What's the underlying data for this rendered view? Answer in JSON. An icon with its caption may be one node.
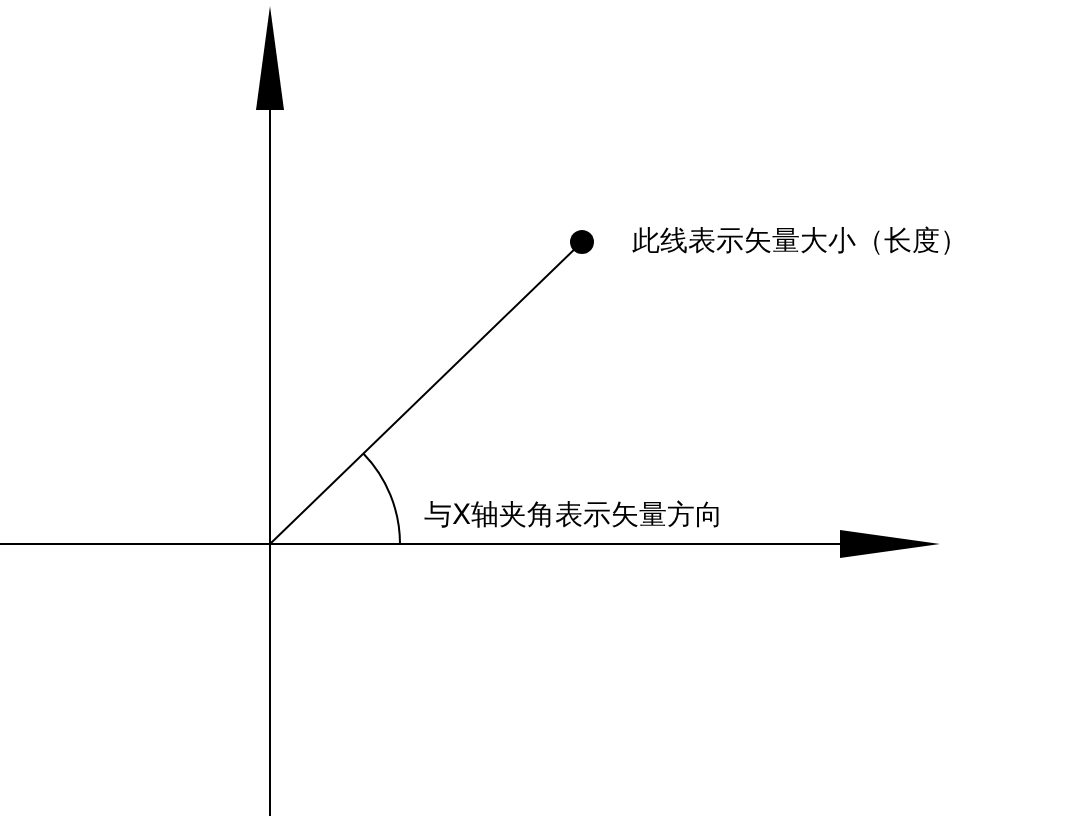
{
  "diagram": {
    "nodes": [
      {
        "text": [],
        "shape": "circle",
        "beside": [
          "此线表示矢量大小（长度）"
        ]
      }
    ],
    "labels": [
      "与X轴夹角表示矢量方向"
    ]
  }
}
